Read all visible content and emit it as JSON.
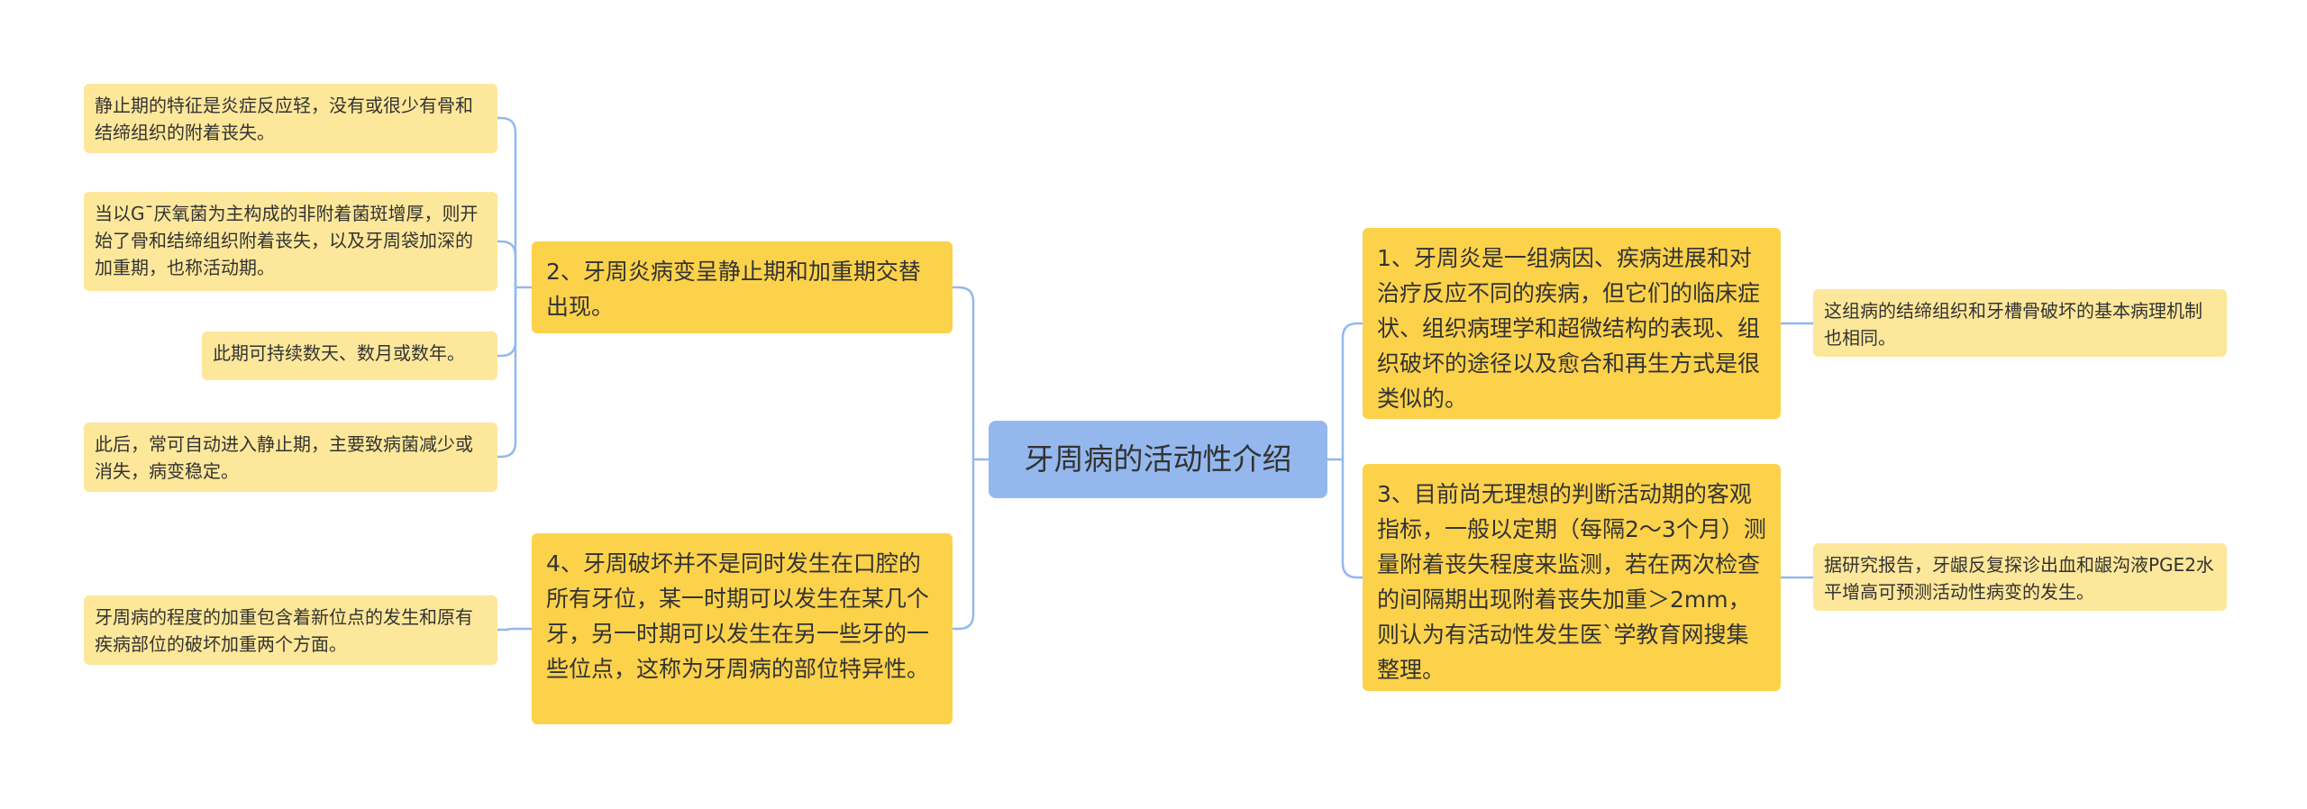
{
  "mindmap": {
    "root": "牙周病的活动性介绍",
    "branches": {
      "b1": "1、牙周炎是一组病因、疾病进展和对治疗反应不同的疾病，但它们的临床症状、组织病理学和超微结构的表现、组织破坏的途径以及愈合和再生方式是很类似的。",
      "b2": "3、目前尚无理想的判断活动期的客观指标，一般以定期（每隔2～3个月）测量附着丧失程度来监测，若在两次检查的间隔期出现附着丧失加重＞2mm，则认为有活动性发生医`学教育网搜集整理。",
      "b3": "2、牙周炎病变呈静止期和加重期交替出现。",
      "b4": "4、牙周破坏并不是同时发生在口腔的所有牙位，某一时期可以发生在某几个牙，另一时期可以发生在另一些牙的一些位点，这称为牙周病的部位特异性。"
    },
    "leaves": {
      "l1": "这组病的结缔组织和牙槽骨破坏的基本病理机制也相同。",
      "l2": "据研究报告，牙龈反复探诊出血和龈沟液PGE2水平增高可预测活动性病变的发生。",
      "l3": "静止期的特征是炎症反应轻，没有或很少有骨和结缔组织的附着丧失。",
      "l4": "当以G¯厌氧菌为主构成的非附着菌斑增厚，则开始了骨和结缔组织附着丧失，以及牙周袋加深的加重期，也称活动期。",
      "l5": "此期可持续数天、数月或数年。",
      "l6": "此后，常可自动进入静止期，主要致病菌减少或消失，病变稳定。",
      "l7": "牙周病的程度的加重包含着新位点的发生和原有疾病部位的破坏加重两个方面。"
    }
  },
  "colors": {
    "root_fill": "#94b8ee",
    "branch_fill": "#fcd24b",
    "leaf_fill": "#fde79a",
    "connector": "#94b8ee",
    "text": "#333333"
  }
}
